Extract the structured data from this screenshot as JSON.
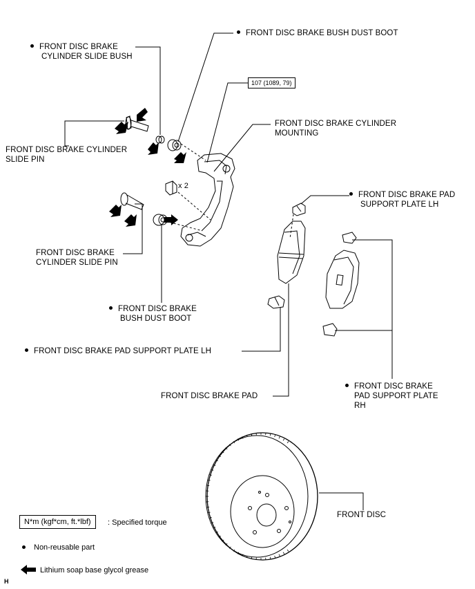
{
  "labels": {
    "slide_bush": {
      "line1": "FRONT DISC BRAKE",
      "line2": "CYLINDER SLIDE BUSH"
    },
    "bush_dust_boot_top": "FRONT DISC BRAKE BUSH DUST BOOT",
    "torque_value": "107 (1089, 79)",
    "cylinder_mounting": {
      "line1": "FRONT DISC BRAKE CYLINDER",
      "line2": "MOUNTING"
    },
    "slide_pin_left": {
      "line1": "FRONT DISC BRAKE CYLINDER",
      "line2": "SLIDE PIN"
    },
    "quantity": "x 2",
    "pad_support_lh_top": {
      "line1": "FRONT DISC BRAKE PAD",
      "line2": "SUPPORT PLATE LH"
    },
    "slide_pin_lower": {
      "line1": "FRONT DISC BRAKE",
      "line2": "CYLINDER SLIDE PIN"
    },
    "bush_dust_boot_lower": {
      "line1": "FRONT DISC BRAKE",
      "line2": "BUSH DUST BOOT"
    },
    "pad_support_lh_lower": "FRONT DISC BRAKE PAD SUPPORT PLATE LH",
    "brake_pad": "FRONT DISC BRAKE PAD",
    "pad_support_rh": {
      "line1": "FRONT DISC BRAKE",
      "line2": "PAD SUPPORT PLATE",
      "line3": "RH"
    },
    "front_disc": "FRONT DISC"
  },
  "legend": {
    "torque_box": "N*m (kgf*cm, ft.*lbf)",
    "torque_desc": ": Specified torque",
    "non_reusable": "Non-reusable part",
    "grease": "Lithium soap base glycol grease"
  },
  "corner_mark": "H"
}
